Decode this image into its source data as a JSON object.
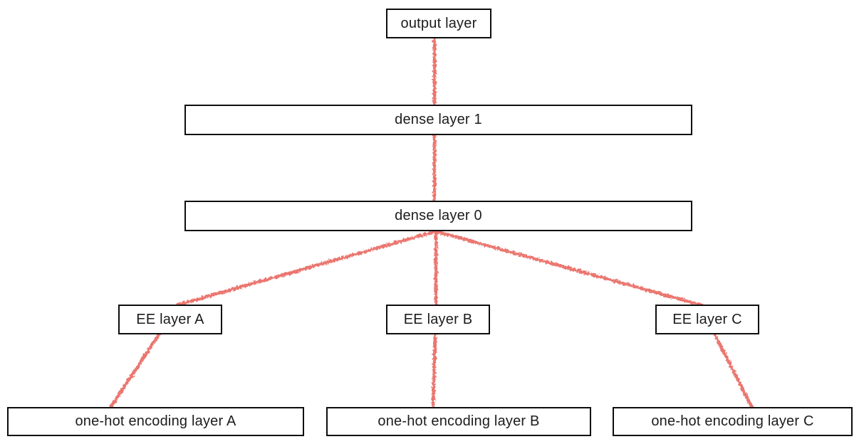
{
  "diagram": {
    "type": "neural-network-architecture",
    "nodes": {
      "output": {
        "label": "output layer"
      },
      "dense1": {
        "label": "dense layer 1"
      },
      "dense0": {
        "label": "dense layer 0"
      },
      "ee_a": {
        "label": "EE layer A"
      },
      "ee_b": {
        "label": "EE layer B"
      },
      "ee_c": {
        "label": "EE layer C"
      },
      "onehot_a": {
        "label": "one-hot encoding layer A"
      },
      "onehot_b": {
        "label": "one-hot encoding layer B"
      },
      "onehot_c": {
        "label": "one-hot encoding layer C"
      }
    },
    "edges": [
      {
        "from": "dense layer 1",
        "to": "output layer"
      },
      {
        "from": "dense layer 0",
        "to": "dense layer 1"
      },
      {
        "from": "EE layer A",
        "to": "dense layer 0"
      },
      {
        "from": "EE layer B",
        "to": "dense layer 0"
      },
      {
        "from": "EE layer C",
        "to": "dense layer 0"
      },
      {
        "from": "one-hot encoding layer A",
        "to": "EE layer A"
      },
      {
        "from": "one-hot encoding layer B",
        "to": "EE layer B"
      },
      {
        "from": "one-hot encoding layer C",
        "to": "EE layer C"
      }
    ],
    "colors": {
      "edge": "#e8655f",
      "box_border": "#0d0d0d",
      "box_fill": "#ffffff",
      "text": "#1c1c1c",
      "background": "#ffffff"
    }
  }
}
